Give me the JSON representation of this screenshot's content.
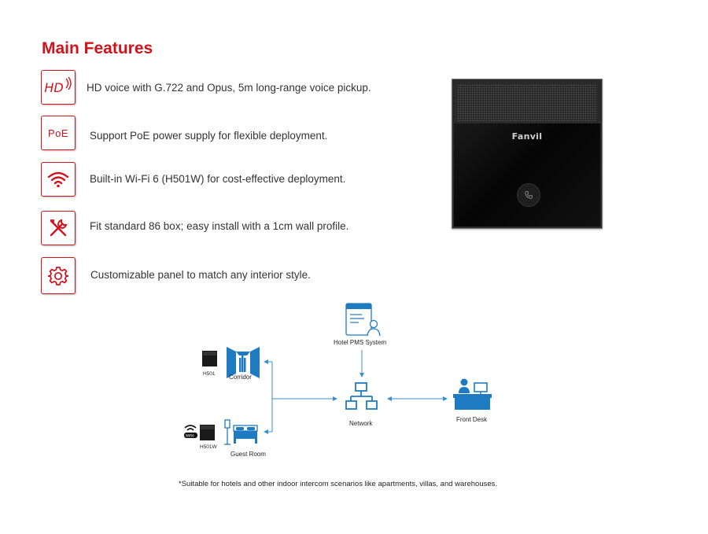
{
  "title": "Main Features",
  "features": [
    {
      "icon": "hd-icon",
      "icon_text": "HD",
      "text": "HD voice with G.722 and Opus, 5m long-range voice pickup."
    },
    {
      "icon": "poe-icon",
      "icon_text": "PoE",
      "text": "Support PoE power supply  for flexible deployment."
    },
    {
      "icon": "wifi-icon",
      "text": "Built-in Wi-Fi 6 (H501W) for cost-effective deployment."
    },
    {
      "icon": "tools-icon",
      "text": "Fit standard 86 box; easy install with a 1cm wall profile."
    },
    {
      "icon": "gear-icon",
      "text": "Customizable panel to match any interior style."
    }
  ],
  "device": {
    "brand": "Fanvil"
  },
  "diagram": {
    "nodes": {
      "pms": "Hotel PMS System",
      "corridor": "Corridor",
      "guest_room": "Guest Room",
      "network": "Network",
      "front_desk": "Front Desk",
      "h501": "H501",
      "h501w": "H501W",
      "wifi_badge": "WiFi6"
    }
  },
  "footnote": "*Suitable for hotels and other indoor intercom scenarios like apartments, villas, and warehouses.",
  "colors": {
    "accent": "#d1131c",
    "diagram_blue": "#1f7bc1",
    "line_blue": "#3a8fd0"
  }
}
